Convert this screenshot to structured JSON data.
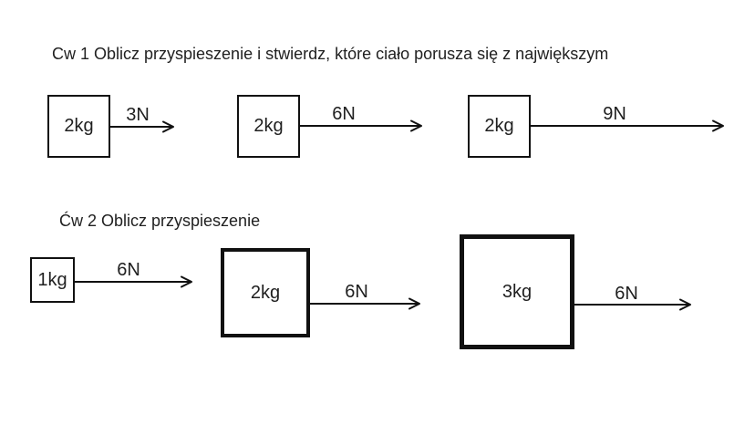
{
  "colors": {
    "background": "#ffffff",
    "ink": "#212121",
    "line": "#111111"
  },
  "exercise1": {
    "title": "Cw 1 Oblicz przyspieszenie i stwierdz, które ciało porusza się z największym",
    "items": [
      {
        "mass": "2kg",
        "force": "3N"
      },
      {
        "mass": "2kg",
        "force": "6N"
      },
      {
        "mass": "2kg",
        "force": "9N"
      }
    ]
  },
  "exercise2": {
    "title": "Ćw 2 Oblicz przyspieszenie",
    "items": [
      {
        "mass": "1kg",
        "force": "6N"
      },
      {
        "mass": "2kg",
        "force": "6N"
      },
      {
        "mass": "3kg",
        "force": "6N"
      }
    ]
  }
}
